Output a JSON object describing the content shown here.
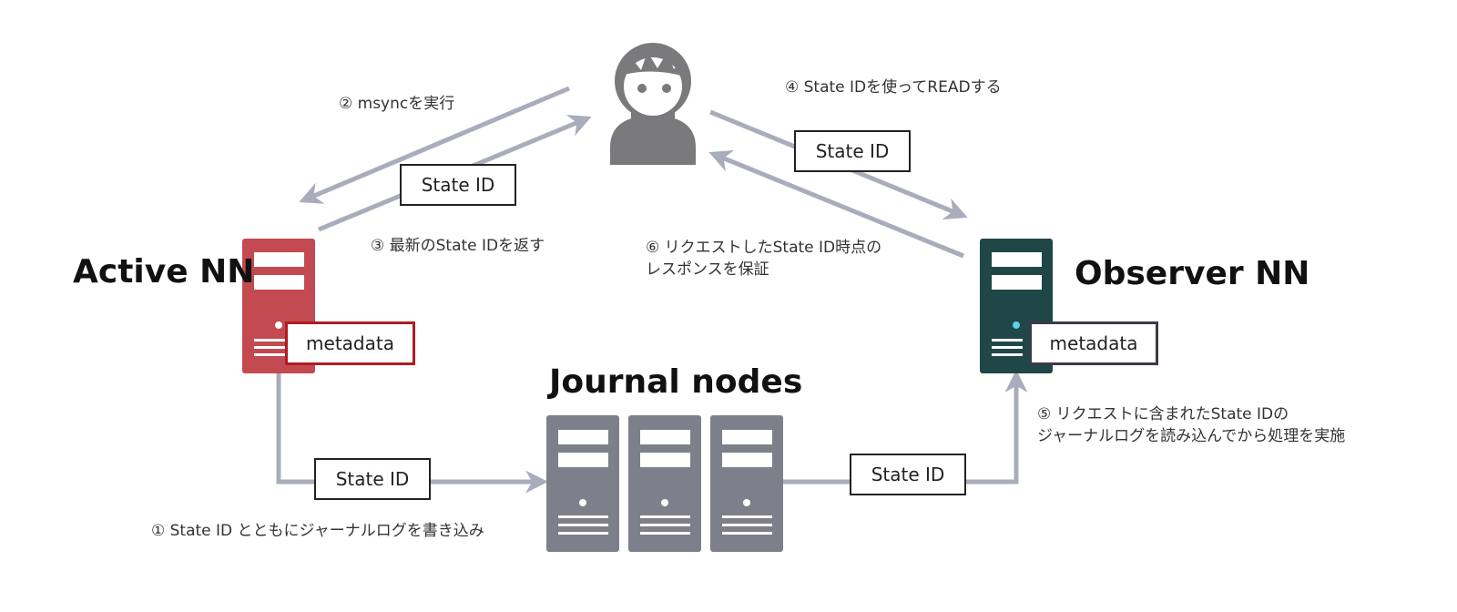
{
  "nodes": {
    "active": {
      "title": "Active NN",
      "metadata_label": "metadata",
      "color": "#c24a50",
      "border_color": "#b01c22",
      "light": "#ffffff"
    },
    "observer": {
      "title": "Observer NN",
      "metadata_label": "metadata",
      "color": "#1f4748",
      "border_color": "#3a3a4a",
      "light": "#5fd0e8"
    },
    "journal": {
      "title": "Journal nodes",
      "color": "#7d808a"
    }
  },
  "user": {
    "icon": "user-icon",
    "color": "#7a7a7c"
  },
  "arrow_color": "#a9acba",
  "state_boxes": {
    "box_active_to_user": "State ID",
    "box_user_to_observer": "State ID",
    "box_active_to_journal": "State ID",
    "box_journal_to_observer": "State ID"
  },
  "steps": {
    "step1": "① State ID とともにジャーナルログを書き込み",
    "step2": "② msyncを実行",
    "step3": "③ 最新のState IDを返す",
    "step4": "④ State IDを使ってREADする",
    "step5": [
      "⑤ リクエストに含まれたState IDの",
      "ジャーナルログを読み込んでから処理を実施"
    ],
    "step6": [
      "⑥ リクエストしたState ID時点の",
      "レスポンスを保証"
    ]
  }
}
